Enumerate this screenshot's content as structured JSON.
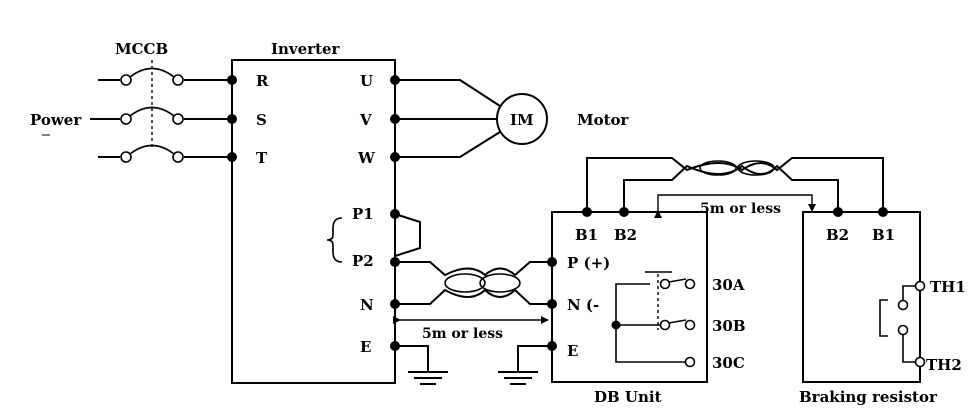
{
  "labels": {
    "mccb": "MCCB",
    "inverter": "Inverter",
    "power": "Power",
    "motor_symbol": "IM",
    "motor": "Motor",
    "db_unit": "DB Unit",
    "braking_resistor": "Braking resistor",
    "distance_top": "5m  or  less",
    "distance_bottom": "5m  or  less"
  },
  "inverter_terminals": {
    "r": "R",
    "s": "S",
    "t": "T",
    "u": "U",
    "v": "V",
    "w": "W",
    "p1": "P1",
    "p2": "P2",
    "n": "N",
    "e": "E"
  },
  "db_terminals": {
    "b1": "B1",
    "b2": "B2",
    "p": "P  (+)",
    "n": "N  (-",
    "e": "E",
    "a30": "30A",
    "b30": "30B",
    "c30": "30C"
  },
  "resistor_terminals": {
    "b2": "B2",
    "b1": "B1",
    "th1": "TH1",
    "th2": "TH2"
  }
}
